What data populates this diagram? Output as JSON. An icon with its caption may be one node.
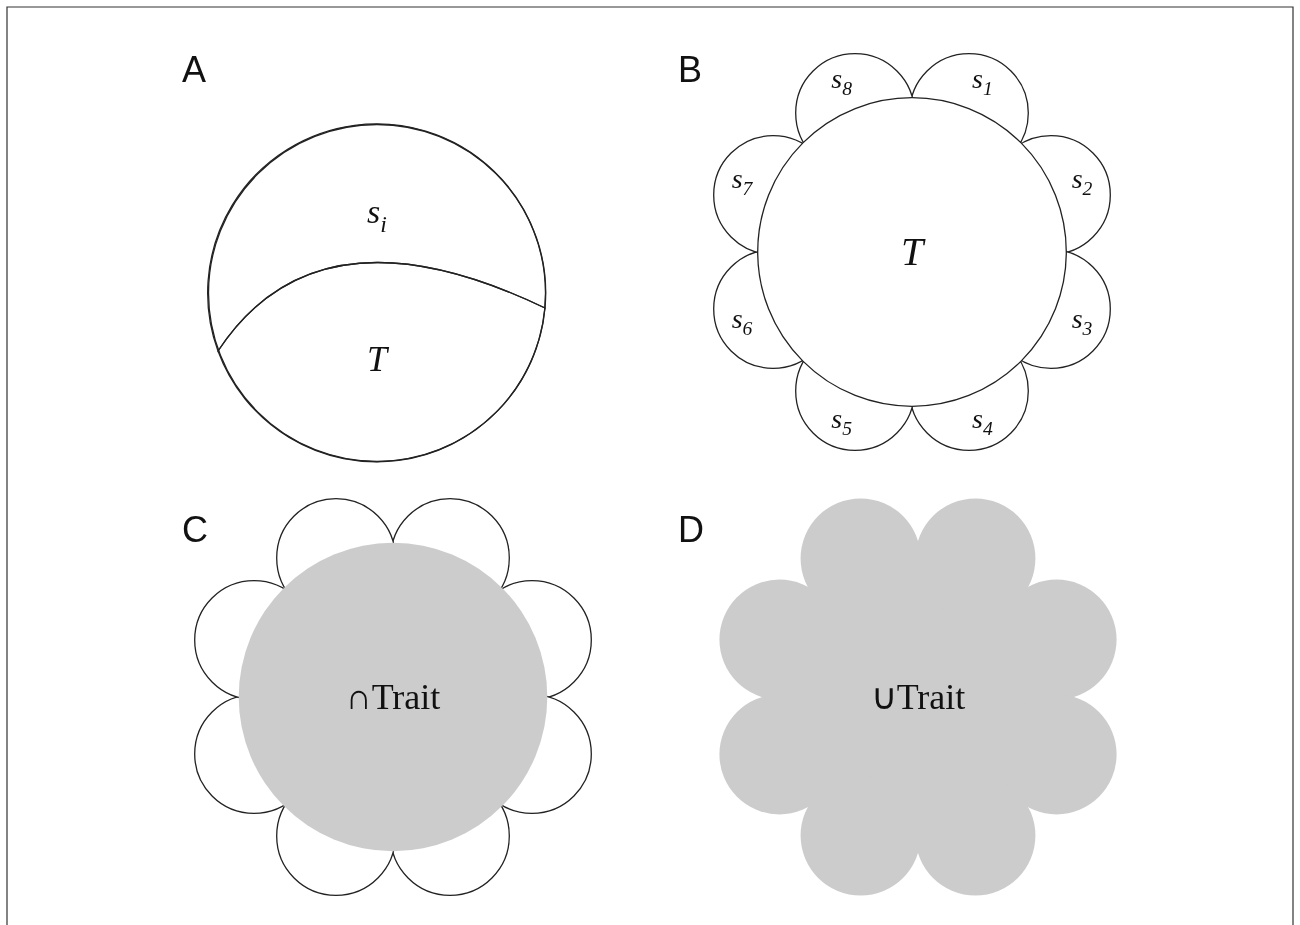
{
  "diagram": {
    "nodes": [
      {
        "text": [],
        "shape": "circle"
      },
      {
        "text": [
          "s$_{i}$"
        ],
        "in": 0
      },
      {
        "text": [
          "T"
        ],
        "in": 0
      },
      {
        "text": [
          "T"
        ]
      },
      {
        "text": [
          "s$_{1}$"
        ]
      },
      {
        "text": [
          "s$_{2}$"
        ]
      },
      {
        "text": [
          "s$_{3}$"
        ]
      },
      {
        "text": [
          "s$_{4}$"
        ]
      },
      {
        "text": [
          "s$_{5}$"
        ]
      },
      {
        "text": [
          "s$_{6}$"
        ]
      },
      {
        "text": [
          "s$_{7}$"
        ]
      },
      {
        "text": [
          "s$_{8}$"
        ]
      },
      {
        "text": [
          "∩Trait"
        ]
      },
      {
        "text": [],
        "shape": "circle"
      },
      {
        "text": [],
        "shape": "circle"
      },
      {
        "text": [],
        "shape": "circle"
      },
      {
        "text": [],
        "shape": "circle"
      },
      {
        "text": [],
        "shape": "circle"
      },
      {
        "text": [],
        "shape": "circle"
      },
      {
        "text": [],
        "shape": "circle"
      },
      {
        "text": [],
        "shape": "circle"
      },
      {
        "text": [
          "∪Trait"
        ]
      }
    ],
    "labels": [
      "A",
      "B",
      "C",
      "D"
    ]
  }
}
